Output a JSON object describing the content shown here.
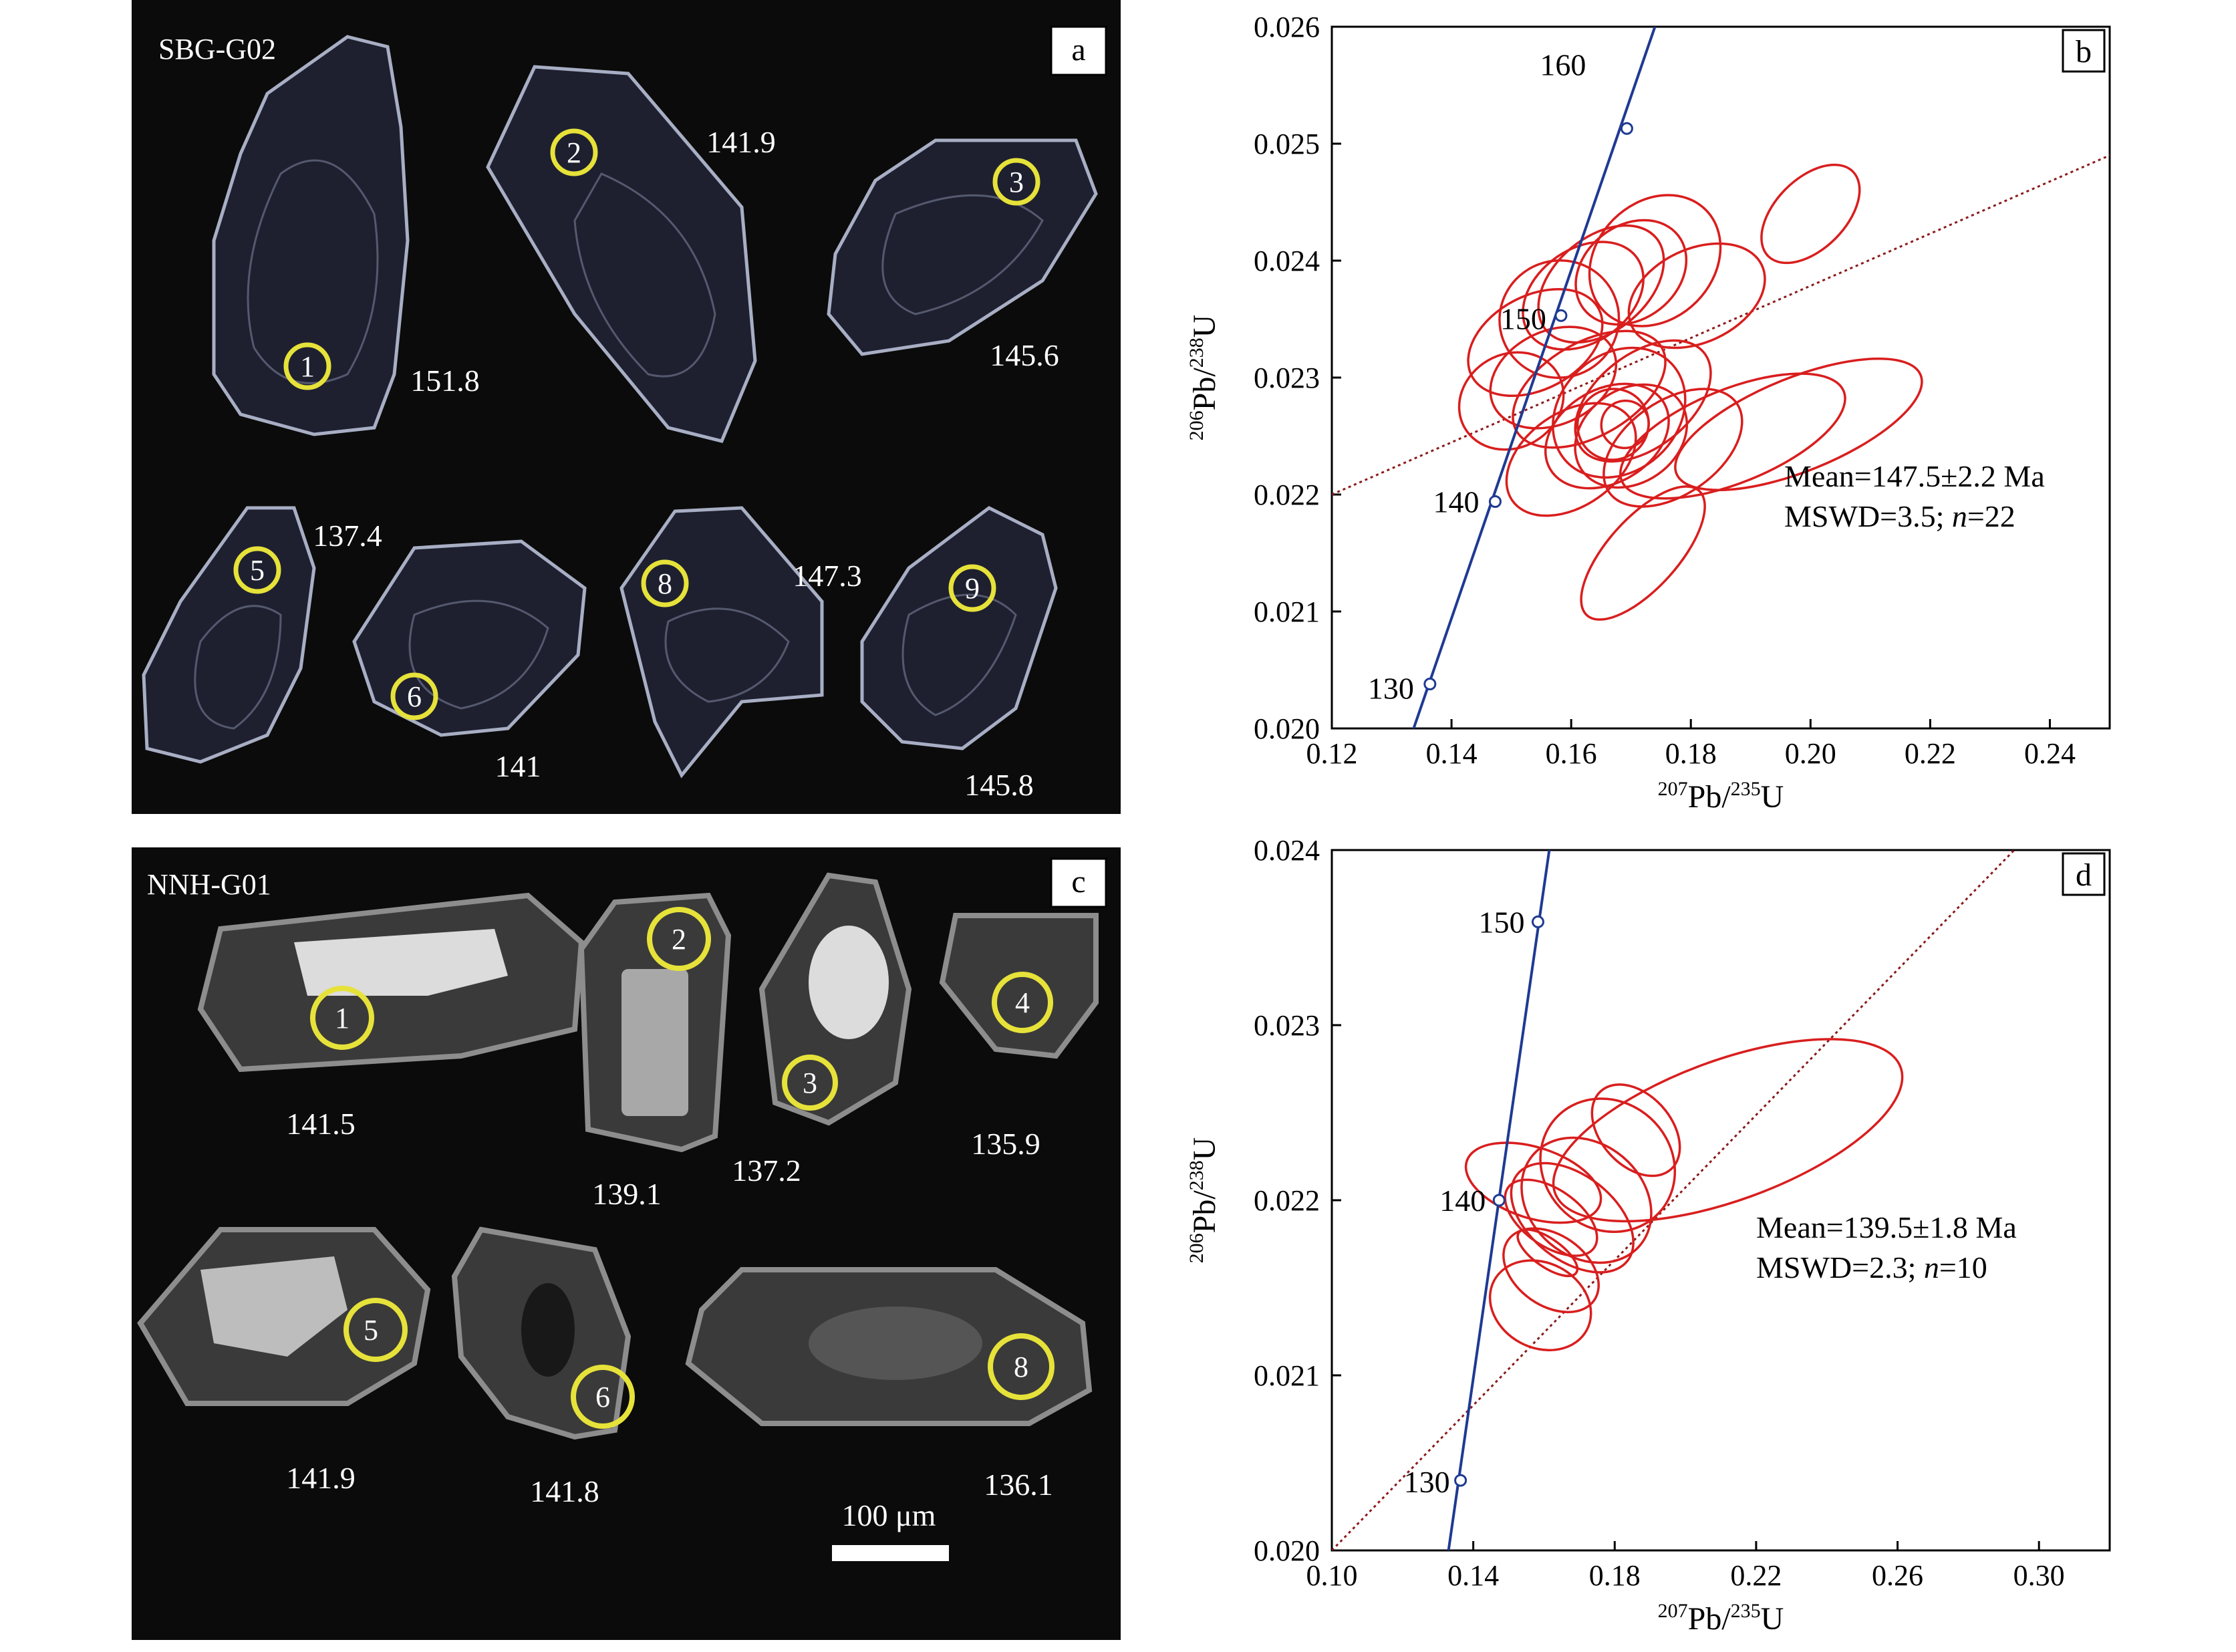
{
  "panels": {
    "a": {
      "letter": "a",
      "sample": "SBG-G02",
      "spots": [
        {
          "id": "1",
          "age": "151.8"
        },
        {
          "id": "2",
          "age": "141.9"
        },
        {
          "id": "3",
          "age": "145.6"
        },
        {
          "id": "5",
          "age": "137.4"
        },
        {
          "id": "6",
          "age": "141"
        },
        {
          "id": "8",
          "age": "147.3"
        },
        {
          "id": "9",
          "age": "145.8"
        }
      ]
    },
    "c": {
      "letter": "c",
      "sample": "NNH-G01",
      "spots": [
        {
          "id": "1",
          "age": "141.5"
        },
        {
          "id": "2",
          "age": "139.1"
        },
        {
          "id": "3",
          "age": "137.2"
        },
        {
          "id": "4",
          "age": "135.9"
        },
        {
          "id": "5",
          "age": "141.9"
        },
        {
          "id": "6",
          "age": "141.8"
        },
        {
          "id": "8",
          "age": "136.1"
        }
      ],
      "scale_bar": "100 μm"
    }
  },
  "colors": {
    "concordia": "#1f3a93",
    "ellipse": "#d91e1e",
    "regression": "#8b1a1a",
    "spot_circle": "#e6e23a",
    "cl_background": "#0b0b0b"
  },
  "chart_data": [
    {
      "panel": "b",
      "type": "scatter",
      "letter": "b",
      "xlabel_iso_num": "207",
      "xlabel_iso_den": "235",
      "xlabel_main": "Pb/",
      "xlabel_tail": "U",
      "ylabel_iso_num": "206",
      "ylabel_iso_den": "238",
      "ylabel_main": "Pb/",
      "ylabel_tail": "U",
      "xlim": [
        0.12,
        0.25
      ],
      "ylim": [
        0.02,
        0.026
      ],
      "xticks": [
        "0.12",
        "0.14",
        "0.16",
        "0.18",
        "0.20",
        "0.22",
        "0.24"
      ],
      "yticks": [
        "0.020",
        "0.021",
        "0.022",
        "0.023",
        "0.024",
        "0.025",
        "0.026"
      ],
      "concordia_ages": [
        {
          "label": "130",
          "x": 0.1364,
          "y": 0.02038
        },
        {
          "label": "140",
          "x": 0.1473,
          "y": 0.02194
        },
        {
          "label": "150",
          "x": 0.1583,
          "y": 0.02353
        },
        {
          "label": "160",
          "x": 0.1693,
          "y": 0.02513
        }
      ],
      "concordia_line": {
        "x": [
          0.133,
          0.174
        ],
        "y": [
          0.0199,
          0.026
        ]
      },
      "regression_line": {
        "x": [
          0.12,
          0.25
        ],
        "y": [
          0.022,
          0.0249
        ]
      },
      "annotation_mean": "Mean=147.5±2.2 Ma",
      "annotation_mswd_prefix": "MSWD=3.5; ",
      "annotation_n_italic": "n",
      "annotation_n_value": "=22",
      "ellipses": [
        {
          "cx": 0.154,
          "cy": 0.0233,
          "rx": 0.012,
          "ry": 0.0004,
          "rot": -28
        },
        {
          "cx": 0.158,
          "cy": 0.0235,
          "rx": 0.01,
          "ry": 0.0005,
          "rot": -20
        },
        {
          "cx": 0.162,
          "cy": 0.0237,
          "rx": 0.011,
          "ry": 0.0004,
          "rot": -35
        },
        {
          "cx": 0.165,
          "cy": 0.0238,
          "rx": 0.012,
          "ry": 0.0004,
          "rot": -40
        },
        {
          "cx": 0.17,
          "cy": 0.0239,
          "rx": 0.01,
          "ry": 0.0004,
          "rot": -38
        },
        {
          "cx": 0.174,
          "cy": 0.024,
          "rx": 0.012,
          "ry": 0.0005,
          "rot": -45
        },
        {
          "cx": 0.181,
          "cy": 0.0237,
          "rx": 0.012,
          "ry": 0.0004,
          "rot": -25
        },
        {
          "cx": 0.2,
          "cy": 0.0244,
          "rx": 0.01,
          "ry": 0.0003,
          "rot": -45
        },
        {
          "cx": 0.157,
          "cy": 0.023,
          "rx": 0.011,
          "ry": 0.0004,
          "rot": -25
        },
        {
          "cx": 0.163,
          "cy": 0.0229,
          "rx": 0.014,
          "ry": 0.0004,
          "rot": -30
        },
        {
          "cx": 0.168,
          "cy": 0.0227,
          "rx": 0.012,
          "ry": 0.0005,
          "rot": -42
        },
        {
          "cx": 0.172,
          "cy": 0.0228,
          "rx": 0.013,
          "ry": 0.0004,
          "rot": -38
        },
        {
          "cx": 0.166,
          "cy": 0.0225,
          "rx": 0.011,
          "ry": 0.0004,
          "rot": -30
        },
        {
          "cx": 0.17,
          "cy": 0.0225,
          "rx": 0.01,
          "ry": 0.0004,
          "rot": -35
        },
        {
          "cx": 0.167,
          "cy": 0.0226,
          "rx": 0.006,
          "ry": 0.0003,
          "rot": -40
        },
        {
          "cx": 0.169,
          "cy": 0.0226,
          "rx": 0.004,
          "ry": 0.0002,
          "rot": -40
        },
        {
          "cx": 0.16,
          "cy": 0.0223,
          "rx": 0.012,
          "ry": 0.0004,
          "rot": -35
        },
        {
          "cx": 0.177,
          "cy": 0.0224,
          "rx": 0.013,
          "ry": 0.0004,
          "rot": -35
        },
        {
          "cx": 0.187,
          "cy": 0.0225,
          "rx": 0.02,
          "ry": 0.0004,
          "rot": -22
        },
        {
          "cx": 0.198,
          "cy": 0.0226,
          "rx": 0.022,
          "ry": 0.0004,
          "rot": -22
        },
        {
          "cx": 0.15,
          "cy": 0.0228,
          "rx": 0.009,
          "ry": 0.0004,
          "rot": -30
        },
        {
          "cx": 0.172,
          "cy": 0.0215,
          "rx": 0.014,
          "ry": 0.0003,
          "rot": -48
        }
      ]
    },
    {
      "panel": "d",
      "type": "scatter",
      "letter": "d",
      "xlabel_iso_num": "207",
      "xlabel_iso_den": "235",
      "xlabel_main": "Pb/",
      "xlabel_tail": "U",
      "ylabel_iso_num": "206",
      "ylabel_iso_den": "238",
      "ylabel_main": "Pb/",
      "ylabel_tail": "U",
      "xlim": [
        0.1,
        0.32
      ],
      "ylim": [
        0.02,
        0.024
      ],
      "xticks": [
        "0.10",
        "0.14",
        "0.18",
        "0.22",
        "0.26",
        "0.30"
      ],
      "yticks": [
        "0.020",
        "0.021",
        "0.022",
        "0.023",
        "0.024"
      ],
      "concordia_ages": [
        {
          "label": "130",
          "x": 0.1364,
          "y": 0.0204
        },
        {
          "label": "140",
          "x": 0.1473,
          "y": 0.022
        },
        {
          "label": "150",
          "x": 0.1583,
          "y": 0.02359
        }
      ],
      "concordia_line": {
        "x": [
          0.133,
          0.1615
        ],
        "y": [
          0.02,
          0.024
        ]
      },
      "regression_line": {
        "x": [
          0.1,
          0.293
        ],
        "y": [
          0.02,
          0.024
        ]
      },
      "annotation_mean": "Mean=139.5±1.8 Ma",
      "annotation_mswd_prefix": "MSWD=2.3; ",
      "annotation_n_italic": "n",
      "annotation_n_value": "=10",
      "ellipses": [
        {
          "cx": 0.157,
          "cy": 0.0221,
          "rx": 0.01,
          "ry": 0.0004,
          "rot": -72
        },
        {
          "cx": 0.162,
          "cy": 0.0219,
          "rx": 0.008,
          "ry": 0.0003,
          "rot": -55
        },
        {
          "cx": 0.168,
          "cy": 0.0219,
          "rx": 0.012,
          "ry": 0.0004,
          "rot": -52
        },
        {
          "cx": 0.172,
          "cy": 0.022,
          "rx": 0.016,
          "ry": 0.0004,
          "rot": -50
        },
        {
          "cx": 0.178,
          "cy": 0.0222,
          "rx": 0.018,
          "ry": 0.0004,
          "rot": -48
        },
        {
          "cx": 0.186,
          "cy": 0.0224,
          "rx": 0.01,
          "ry": 0.0003,
          "rot": -42
        },
        {
          "cx": 0.162,
          "cy": 0.0216,
          "rx": 0.01,
          "ry": 0.0003,
          "rot": -55
        },
        {
          "cx": 0.159,
          "cy": 0.0214,
          "rx": 0.012,
          "ry": 0.0003,
          "rot": -62
        },
        {
          "cx": 0.161,
          "cy": 0.0217,
          "rx": 0.004,
          "ry": 0.0002,
          "rot": -55
        },
        {
          "cx": 0.212,
          "cy": 0.0224,
          "rx": 0.052,
          "ry": 0.0004,
          "rot": -20
        }
      ]
    }
  ]
}
